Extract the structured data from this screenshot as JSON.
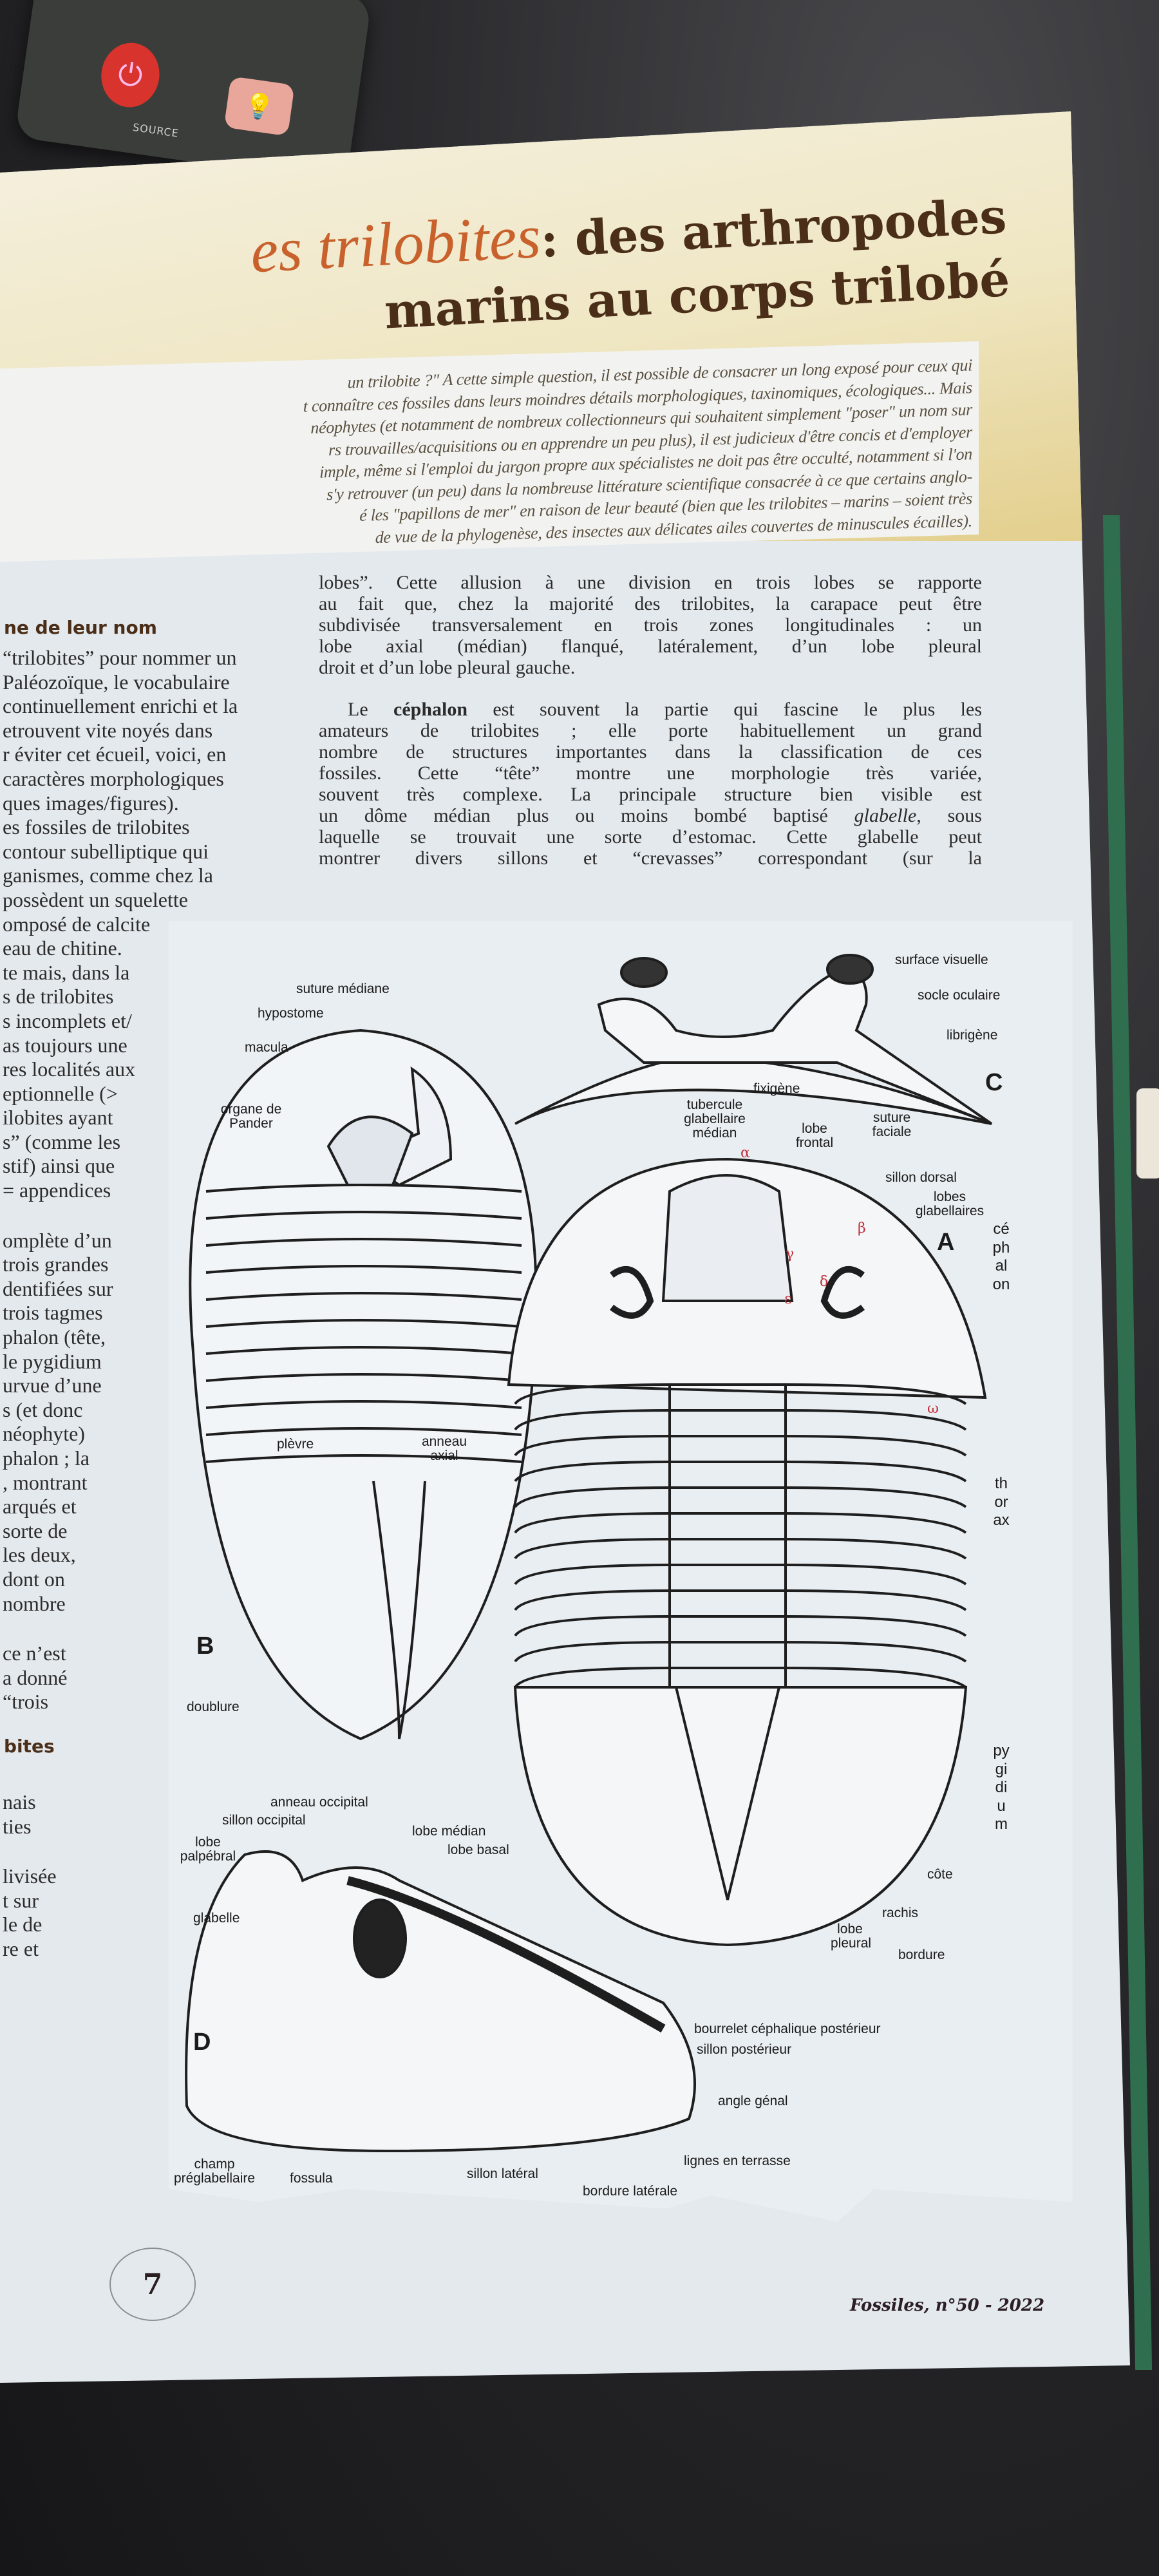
{
  "remote": {
    "source_label": "SOURCE",
    "power_icon": "power-icon",
    "bulb_icon": "lightbulb-icon"
  },
  "header": {
    "title_script": "es trilobites",
    "title_line1": ": des arthropodes",
    "title_line2": "marins au corps trilobé"
  },
  "intro_lines": [
    "un trilobite ?\" A cette simple question, il est possible de consacrer un long exposé pour ceux qui",
    "t connaître ces fossiles dans leurs moindres détails morphologiques, taxinomiques, écologiques... Mais",
    "néophytes (et notamment de nombreux collectionneurs qui souhaitent simplement \"poser\" un nom sur",
    "rs trouvailles/acquisitions ou en apprendre un peu plus), il est judicieux d'être concis et d'employer",
    "imple, même si l'emploi du jargon propre aux spécialistes ne doit pas être occulté, notamment si l'on",
    "s'y retrouver (un peu) dans la nombreuse littérature scientifique consacrée à ce que certains anglo-",
    "é les \"papillons de mer\" en raison de leur beauté (bien que les trilobites – marins – soient très",
    "de vue de la phylogenèse, des insectes aux délicates ailes couvertes de minuscules écailles)."
  ],
  "left_column": {
    "heading1": "ne de leur nom",
    "block1": [
      "“trilobites” pour nommer un",
      "Paléozoïque, le vocabulaire",
      "continuellement enrichi et la",
      "etrouvent vite noyés dans",
      "r éviter cet écueil, voici, en",
      "caractères morphologiques",
      "ques images/figures).",
      "es fossiles de trilobites",
      "contour subelliptique qui",
      "ganismes, comme chez la",
      "possèdent un squelette",
      "omposé de calcite",
      "eau de chitine.",
      "te mais, dans la",
      "s de trilobites",
      "s incomplets et/",
      "as toujours une",
      "res localités aux",
      "eptionnelle (>",
      "ilobites ayant",
      "s” (comme les",
      "stif) ainsi que",
      "= appendices"
    ],
    "block2": [
      "omplète d’un",
      "trois grandes",
      "dentifiées sur",
      "trois tagmes",
      "phalon (tête,",
      "le pygidium",
      "urvue d’une",
      "s (et donc",
      "néophyte)",
      "phalon ; la",
      ", montrant",
      "arqués et",
      "sorte de",
      "les deux,",
      "dont on",
      "nombre"
    ],
    "block3": [
      "ce n’est",
      "a donné",
      "“trois"
    ],
    "heading2": "bites",
    "block4": [
      "nais",
      "ties"
    ],
    "block5": [
      "livisée",
      "t sur",
      "le de",
      "re et"
    ]
  },
  "right_column": {
    "para1": [
      "lobes”. Cette allusion à une division en trois lobes se rapporte",
      "au fait que, chez la majorité des trilobites, la carapace peut être",
      "subdivisée transversalement en trois zones longitudinales : un",
      "lobe axial (médian) flanqué, latéralement, d’un lobe pleural",
      "droit et d’un lobe pleural gauche."
    ],
    "para2_lead": "Le ",
    "para2_bold": "céphalon",
    "para2_first_rest": " est souvent la partie qui fascine le plus les",
    "para2": [
      "amateurs de trilobites ; elle porte habituellement un grand",
      "nombre de structures importantes dans la classification de ces",
      "fossiles. Cette “tête” montre une morphologie très variée,",
      "souvent très complexe. La principale structure bien visible est"
    ],
    "para2_glabelle_pre": "un dôme médian plus ou moins bombé baptisé ",
    "para2_glabelle": "glabelle",
    "para2_glabelle_post": ", sous",
    "para2_end": [
      "laquelle se trouvait une sorte d’estomac. Cette glabelle peut",
      "montrer divers sillons et “crevasses” correspondant (sur la"
    ]
  },
  "figure": {
    "panels": {
      "A": "A",
      "B": "B",
      "C": "C",
      "D": "D"
    },
    "labels_C": {
      "surface_visuelle": "surface visuelle",
      "socle_oculaire": "socle oculaire",
      "librigene": "librigène",
      "fixigene": "fixigène"
    },
    "labels_B": {
      "suture_mediane": "suture médiane",
      "hypostome": "hypostome",
      "macula": "macula",
      "organe_pander": "organe de Pander",
      "plevre": "plèvre",
      "anneau_axial": "anneau axial",
      "doublure": "doublure"
    },
    "labels_A": {
      "tubercule": "tubercule glabellaire médian",
      "lobe_frontal": "lobe frontal",
      "suture_faciale": "suture faciale",
      "sillon_dorsal": "sillon dorsal",
      "lobes_glabellaires": "lobes glabellaires",
      "cote": "côte",
      "rachis": "rachis",
      "lobe_pleural": "lobe pleural",
      "bordure": "bordure"
    },
    "tagmata": {
      "cephalon": "céphalon",
      "thorax": "thorax",
      "pygidium": "pygidium"
    },
    "greek": {
      "alpha": "α",
      "beta": "β",
      "gamma": "γ",
      "delta": "δ",
      "epsilon": "ε",
      "omega": "ω"
    },
    "labels_D": {
      "anneau_occipital": "anneau occipital",
      "sillon_occipital": "sillon occipital",
      "lobe_median": "lobe médian",
      "lobe_basal": "lobe basal",
      "lobe_palpebral": "lobe palpébral",
      "glabelle": "glabelle",
      "bourrelet": "bourrelet céphalique postérieur",
      "sillon_posterieur": "sillon postérieur",
      "angle_genal": "angle génal",
      "lignes_terrasse": "lignes en terrasse",
      "champ_preglabellaire": "champ préglabellaire",
      "fossula": "fossula",
      "sillon_lateral": "sillon latéral",
      "bordure_laterale": "bordure latérale"
    },
    "accent_red": "#c0303a"
  },
  "footer": {
    "page_number": "7",
    "source": "Fossiles, n°50 - 2022"
  }
}
